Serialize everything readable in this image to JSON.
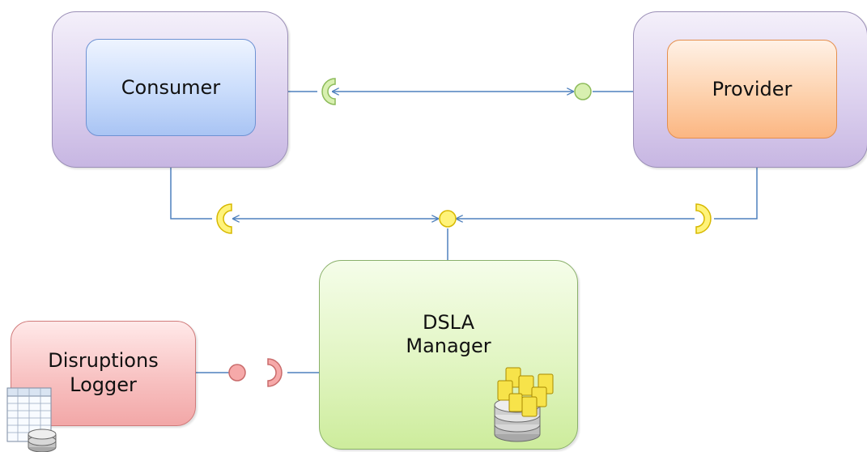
{
  "diagram": {
    "consumer": {
      "label": "Consumer"
    },
    "provider": {
      "label": "Provider"
    },
    "dsla_manager": {
      "label": "DSLA\nManager",
      "icon": "document-database-icon"
    },
    "disruptions_logger": {
      "label": "Disruptions\nLogger",
      "icon": "table-database-icon"
    }
  },
  "colors": {
    "connector_line": "#4f81bd",
    "consumer_provider_interface": "#d8f0b0",
    "dsla_interface": "#fff37a",
    "logger_interface": "#f6a9a9"
  }
}
